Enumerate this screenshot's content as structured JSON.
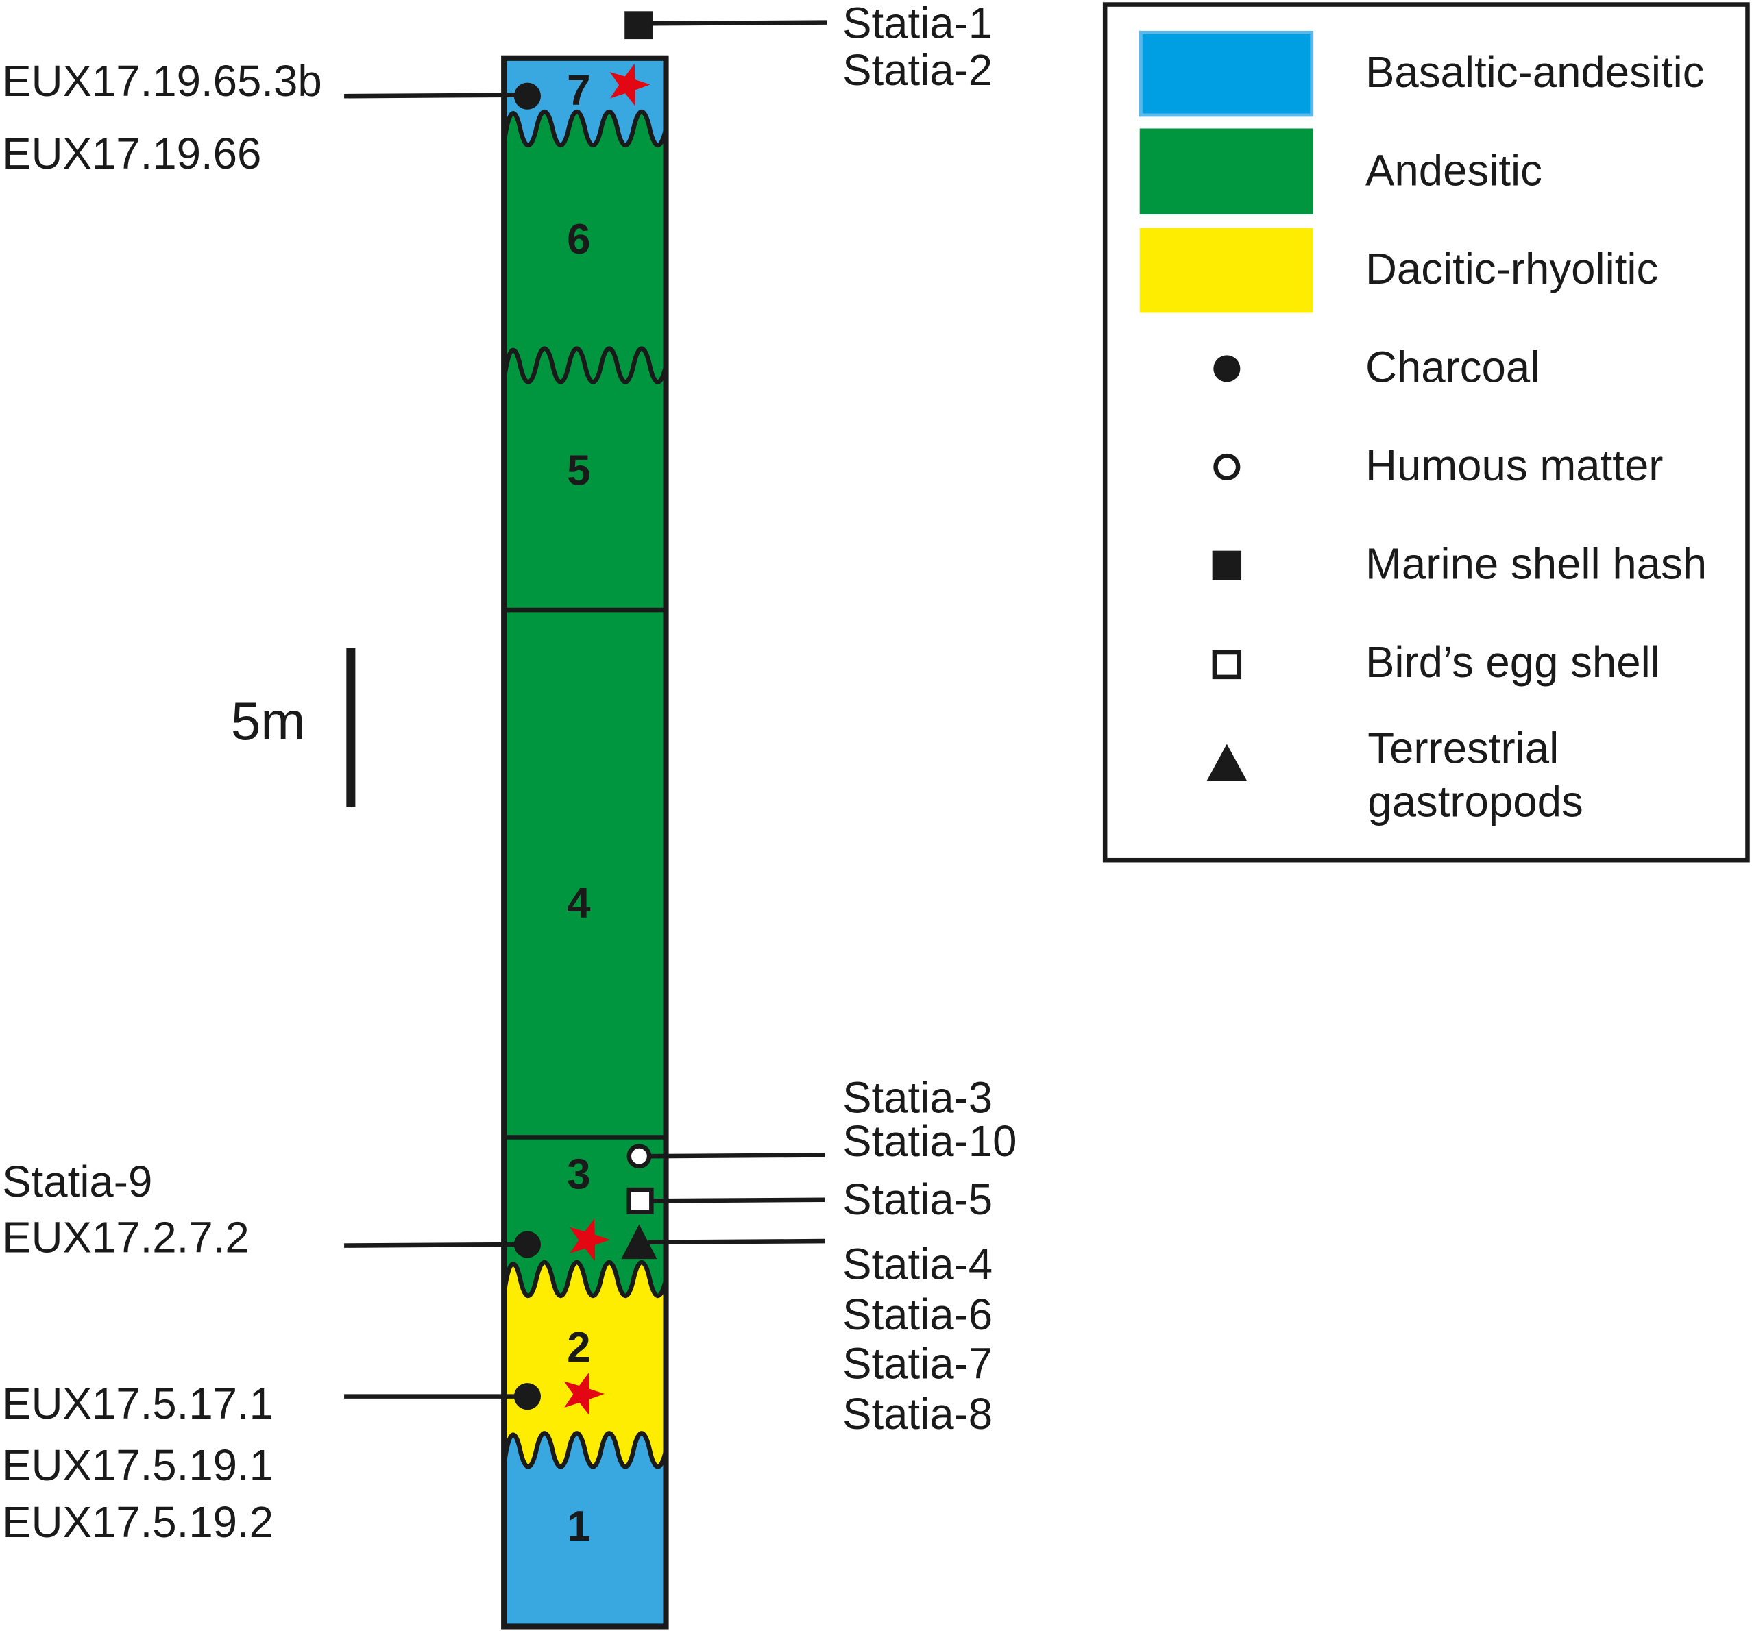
{
  "colors": {
    "basaltic": "#3aa8e0",
    "basaltic_legend": "#009fe3",
    "andesitic": "#009640",
    "dacitic": "#ffed00",
    "star": "#e30613",
    "ink": "#1a1a1a"
  },
  "units": [
    {
      "number": "1",
      "lithology": "Basaltic-andesitic"
    },
    {
      "number": "2",
      "lithology": "Dacitic-rhyolitic"
    },
    {
      "number": "3",
      "lithology": "Andesitic"
    },
    {
      "number": "4",
      "lithology": "Andesitic"
    },
    {
      "number": "5",
      "lithology": "Andesitic"
    },
    {
      "number": "6",
      "lithology": "Andesitic"
    },
    {
      "number": "7",
      "lithology": "Basaltic-andesitic"
    }
  ],
  "scale_bar": "5m",
  "left_labels": {
    "top": [
      "EUX17.19.65.3b",
      "EUX17.19.66"
    ],
    "mid": [
      "Statia-9",
      "EUX17.2.7.2"
    ],
    "bottom": [
      "EUX17.5.17.1",
      "EUX17.5.19.1",
      "EUX17.5.19.2"
    ]
  },
  "right_labels": {
    "top": [
      "Statia-1",
      "Statia-2"
    ],
    "humous": [
      "Statia-3",
      "Statia-10"
    ],
    "egg": [
      "Statia-5"
    ],
    "gastropod": [
      "Statia-4",
      "Statia-6",
      "Statia-7",
      "Statia-8"
    ]
  },
  "legend": {
    "basaltic": "Basaltic-andesitic",
    "andesitic": "Andesitic",
    "dacitic": "Dacitic-rhyolitic",
    "charcoal": "Charcoal",
    "humous": "Humous matter",
    "marine": "Marine shell hash",
    "egg": "Bird’s egg shell",
    "gastropod_1": "Terrestrial",
    "gastropod_2": "gastropods"
  }
}
